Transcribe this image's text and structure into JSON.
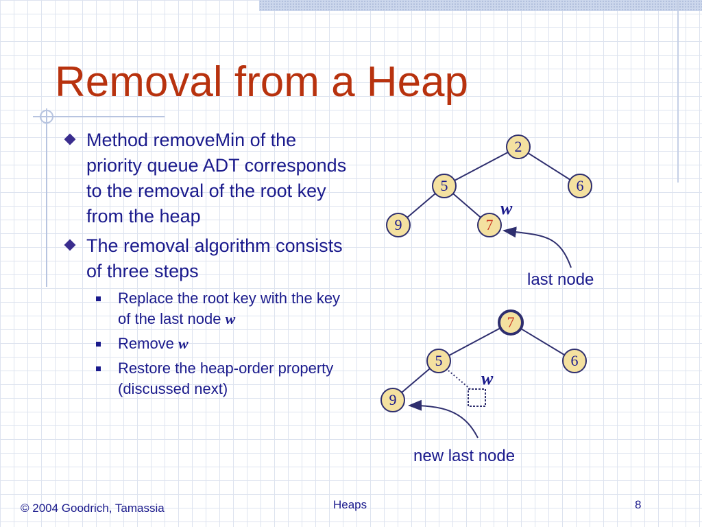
{
  "slide": {
    "title": "Removal from a Heap",
    "colors": {
      "title": "#b8320e",
      "text": "#1a1a8c",
      "node_fill": "#f4e1a0",
      "node_stroke": "#2e2e6e",
      "highlight_key": "#c8321e"
    }
  },
  "bullets": [
    {
      "text": "Method removeMin of the priority queue ADT corresponds to the removal of the root key from the heap"
    },
    {
      "text": "The removal algorithm consists of three steps",
      "subitems": [
        {
          "text": "Replace the root key with the key of the last node",
          "var": "w"
        },
        {
          "text": "Remove",
          "var": "w"
        },
        {
          "text": "Restore the heap-order property (discussed next)"
        }
      ]
    }
  ],
  "tree_before": {
    "nodes": [
      {
        "id": "root",
        "key": "2"
      },
      {
        "id": "left",
        "key": "5"
      },
      {
        "id": "right",
        "key": "6"
      },
      {
        "id": "left-left",
        "key": "9"
      },
      {
        "id": "left-right",
        "key": "7",
        "highlight": true
      }
    ],
    "w_label": "w",
    "caption": "last node"
  },
  "tree_after": {
    "nodes": [
      {
        "id": "root",
        "key": "7",
        "highlight": true
      },
      {
        "id": "left",
        "key": "5"
      },
      {
        "id": "right",
        "key": "6"
      },
      {
        "id": "left-left",
        "key": "9"
      }
    ],
    "w_label": "w",
    "caption": "new last node"
  },
  "footer": {
    "copyright": "© 2004 Goodrich, Tamassia",
    "topic": "Heaps",
    "page": "8"
  }
}
